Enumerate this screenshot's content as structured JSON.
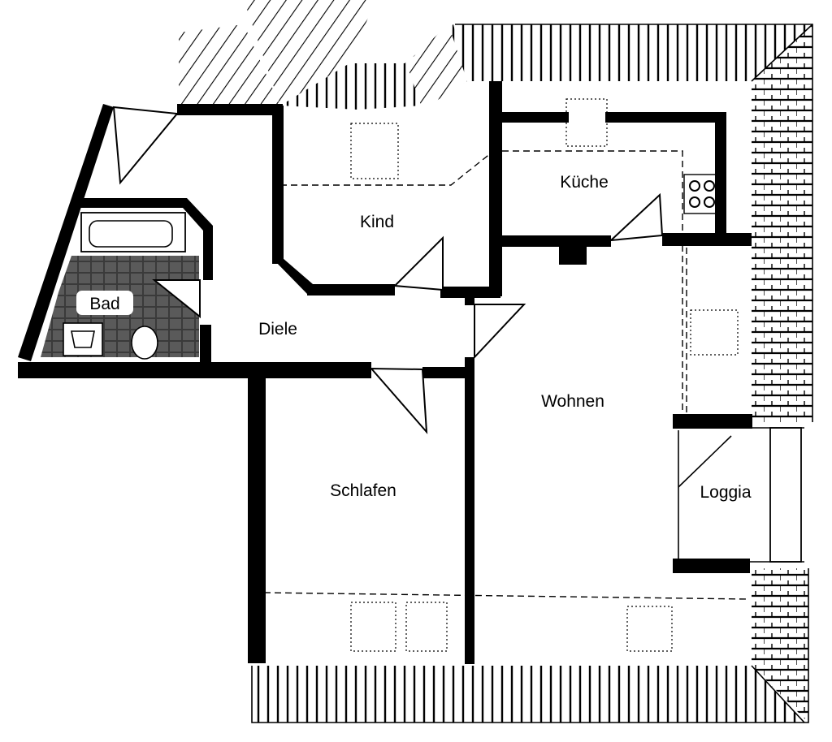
{
  "rooms": {
    "kind": "Kind",
    "kueche": "Küche",
    "bad": "Bad",
    "diele": "Diele",
    "wohnen": "Wohnen",
    "schlafen": "Schlafen",
    "loggia": "Loggia"
  },
  "colors": {
    "wall": "#000000",
    "background": "#ffffff",
    "label_background": "#ffffff"
  }
}
